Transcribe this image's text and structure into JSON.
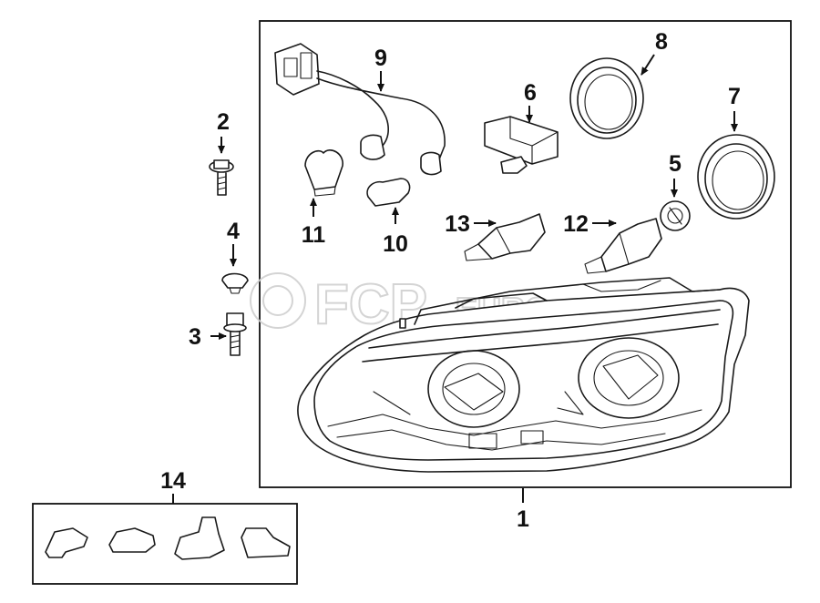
{
  "diagram": {
    "callouts": [
      "1",
      "2",
      "3",
      "4",
      "5",
      "6",
      "7",
      "8",
      "9",
      "10",
      "11",
      "12",
      "13",
      "14"
    ],
    "watermark": {
      "text": "FCP",
      "suffix": "EURO"
    }
  }
}
